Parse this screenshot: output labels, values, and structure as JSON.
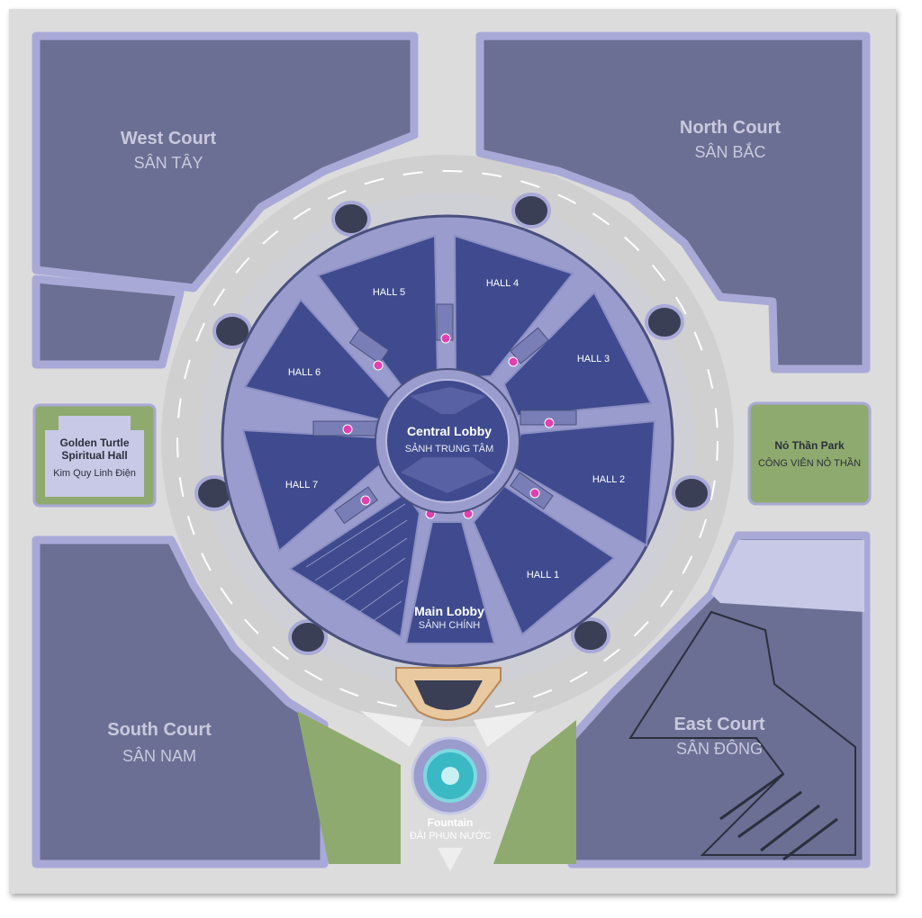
{
  "courts": {
    "west": {
      "name": "West Court",
      "name_vn": "SÂN TÂY"
    },
    "north": {
      "name": "North Court",
      "name_vn": "SÂN BẮC"
    },
    "south": {
      "name": "South Court",
      "name_vn": "SÂN NAM"
    },
    "east": {
      "name": "East Court",
      "name_vn": "SÂN ĐÔNG"
    }
  },
  "halls": {
    "h1": "HALL 1",
    "h2": "HALL 2",
    "h3": "HALL 3",
    "h4": "HALL 4",
    "h5": "HALL 5",
    "h6": "HALL 6",
    "h7": "HALL 7"
  },
  "central_lobby": {
    "name": "Central Lobby",
    "name_vn": "SẢNH TRUNG TÂM"
  },
  "main_lobby": {
    "name": "Main Lobby",
    "name_vn": "SẢNH CHÍNH"
  },
  "spiritual_hall": {
    "name_line1": "Golden Turtle",
    "name_line2": "Spiritual Hall",
    "name_vn": "Kim Quy Linh Điện"
  },
  "park": {
    "name": "Nỏ Thần Park",
    "name_vn": "CÔNG VIÊN NỎ THẦN"
  },
  "fountain": {
    "name": "Fountain",
    "name_vn": "ĐÀI PHUN NƯỚC"
  },
  "colors": {
    "ground": "#dcdcdc",
    "court": "#6b6f93",
    "court_border": "#a9a9d8",
    "hall": "#3f4b8e",
    "ring": "#9a9ccd",
    "green": "#8faa6e",
    "restroom": "#e040b0"
  }
}
